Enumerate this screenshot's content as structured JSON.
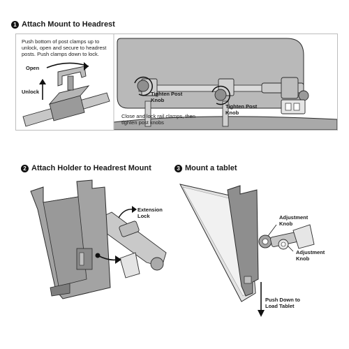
{
  "step1": {
    "number": "1",
    "title": "Attach Mount to Headrest",
    "instruction_lines": [
      "Push bottom of post clamps up to",
      "unlock, open and secure to headrest",
      "posts. Push clamps down to lock."
    ],
    "open_label": "Open",
    "unlock_label": "Unlock",
    "tighten_post_knob_a_lines": [
      "Tighten Post",
      "Knob"
    ],
    "tighten_post_knob_b_lines": [
      "Tighten Post",
      "Knob"
    ],
    "close_lock_lines": [
      "Close and lock rail clamps, then",
      "tighten post knobs"
    ]
  },
  "step2": {
    "number": "2",
    "title": "Attach Holder to Headrest Mount",
    "extension_lock_lines": [
      "Extension",
      "Lock"
    ]
  },
  "step3": {
    "number": "3",
    "title": "Mount a tablet",
    "adjustment_knob_a_lines": [
      "Adjustment",
      "Knob"
    ],
    "adjustment_knob_b_lines": [
      "Adjustment",
      "Knob"
    ],
    "push_down_lines": [
      "Push Down to",
      "Load Tablet"
    ]
  },
  "colors": {
    "part_gray": "#9a9a9a",
    "light_gray": "#c8c8c8",
    "dark_gray": "#5a5a5a",
    "outline": "#2b2b2b",
    "headrest": "#b9b9b9"
  }
}
